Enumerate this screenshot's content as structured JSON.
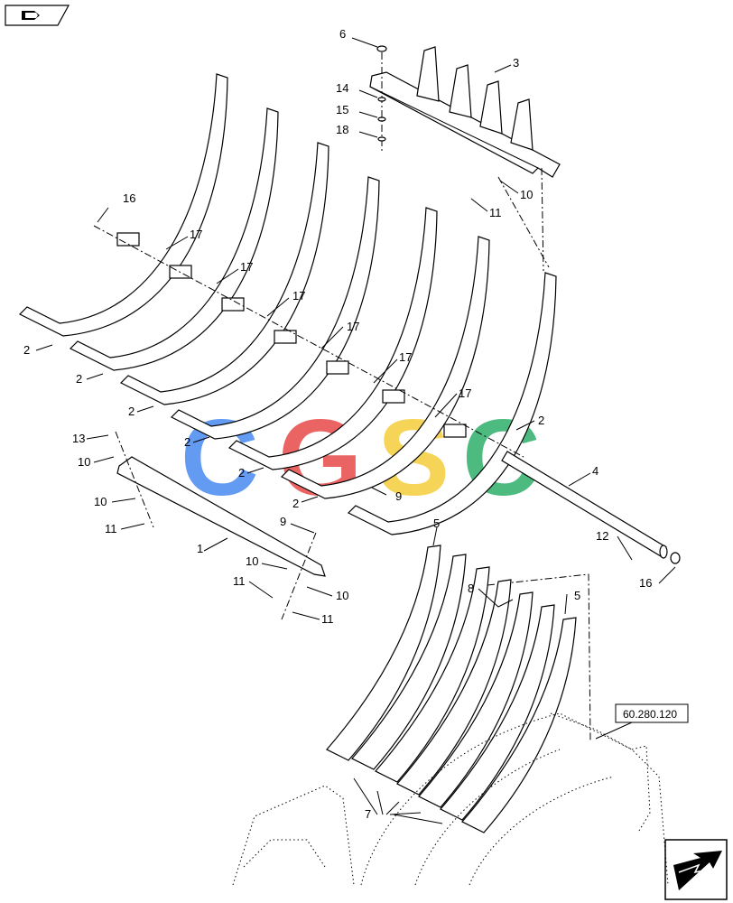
{
  "reference_box": {
    "text": "60.280.120"
  },
  "watermark": {
    "letters": [
      "C",
      "G",
      "S",
      "C"
    ],
    "colors": [
      "#4a8af0",
      "#e84a4a",
      "#f5cd3a",
      "#2fae6a"
    ]
  },
  "icons": {
    "top_left": "wrench-arrow-icon",
    "bottom_right": "direction-arrow-icon"
  },
  "callouts": [
    {
      "id": "c6",
      "text": "6"
    },
    {
      "id": "c3",
      "text": "3"
    },
    {
      "id": "c14",
      "text": "14"
    },
    {
      "id": "c15",
      "text": "15"
    },
    {
      "id": "c18",
      "text": "18"
    },
    {
      "id": "c10a",
      "text": "10"
    },
    {
      "id": "c11a",
      "text": "11"
    },
    {
      "id": "c16a",
      "text": "16"
    },
    {
      "id": "c17a",
      "text": "17"
    },
    {
      "id": "c17b",
      "text": "17"
    },
    {
      "id": "c17c",
      "text": "17"
    },
    {
      "id": "c17d",
      "text": "17"
    },
    {
      "id": "c17e",
      "text": "17"
    },
    {
      "id": "c17f",
      "text": "17"
    },
    {
      "id": "c2a",
      "text": "2"
    },
    {
      "id": "c2b",
      "text": "2"
    },
    {
      "id": "c2c",
      "text": "2"
    },
    {
      "id": "c2d",
      "text": "2"
    },
    {
      "id": "c2e",
      "text": "2"
    },
    {
      "id": "c2f",
      "text": "2"
    },
    {
      "id": "c2g",
      "text": "2"
    },
    {
      "id": "c13",
      "text": "13"
    },
    {
      "id": "c10b",
      "text": "10"
    },
    {
      "id": "c10c",
      "text": "10"
    },
    {
      "id": "c11b",
      "text": "11"
    },
    {
      "id": "c9a",
      "text": "9"
    },
    {
      "id": "c9b",
      "text": "9"
    },
    {
      "id": "c1",
      "text": "1"
    },
    {
      "id": "c10d",
      "text": "10"
    },
    {
      "id": "c11c",
      "text": "11"
    },
    {
      "id": "c10e",
      "text": "10"
    },
    {
      "id": "c11d",
      "text": "11"
    },
    {
      "id": "c4",
      "text": "4"
    },
    {
      "id": "c12",
      "text": "12"
    },
    {
      "id": "c16b",
      "text": "16"
    },
    {
      "id": "c5a",
      "text": "5"
    },
    {
      "id": "c5b",
      "text": "5"
    },
    {
      "id": "c8",
      "text": "8"
    },
    {
      "id": "c7",
      "text": "7"
    }
  ]
}
